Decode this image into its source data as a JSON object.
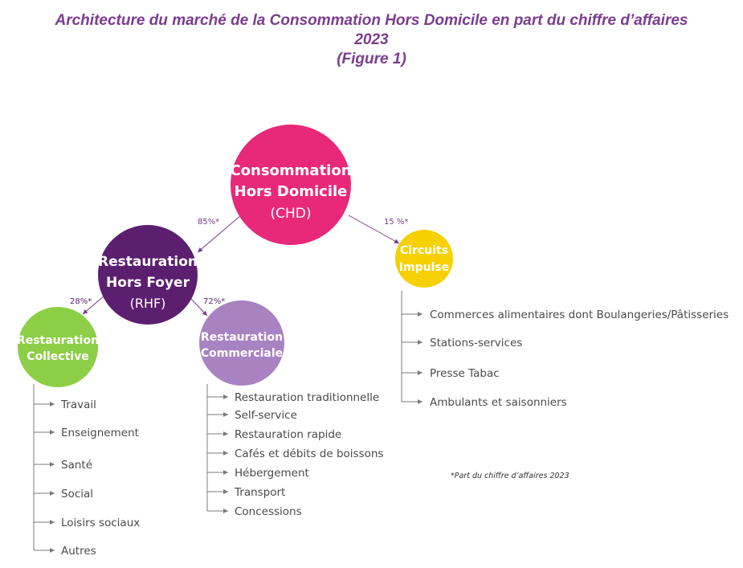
{
  "title": {
    "line1": "Architecture du marché de la Consommation Hors Domicile en part du chiffre d’affaires",
    "line2": "2023",
    "line3": "(Figure 1)"
  },
  "nodes": {
    "chd": {
      "line1": "Consommation",
      "line2": "Hors Domicile",
      "line3": "(CHD)",
      "color": "#e8297a"
    },
    "rhf": {
      "line1": "Restauration",
      "line2": "Hors Foyer",
      "line3": "(RHF)",
      "color": "#5c1f6f"
    },
    "circuits": {
      "line1": "Circuits",
      "line2": "Impulse",
      "color": "#f6d000"
    },
    "collective": {
      "line1": "Restauration",
      "line2": "Collective",
      "color": "#8ccf46"
    },
    "commerciale": {
      "line1": "Restauration",
      "line2": "Commerciale",
      "color": "#a982c2"
    }
  },
  "percentages": {
    "rhf": "85%*",
    "circuits": "15 %*",
    "collective": "28%*",
    "commerciale": "72%*"
  },
  "lists": {
    "collective": [
      "Travail",
      "Enseignement",
      "Santé",
      "Social",
      "Loisirs sociaux",
      "Autres"
    ],
    "commerciale": [
      "Restauration traditionnelle",
      "Self-service",
      "Restauration rapide",
      "Cafés et débits de boissons",
      "Hébergement",
      "Transport",
      "Concessions"
    ],
    "circuits": [
      "Commerces alimentaires dont Boulangeries/Pâtisseries",
      "Stations-services",
      "Presse Tabac",
      "Ambulants et saisonniers"
    ]
  },
  "footnote": "*Part du chiffre d’affaires 2023",
  "colors": {
    "title": "#7a3d8f",
    "percent": "#7a3d8f",
    "line": "#7b7b7b",
    "text": "#4a4a4a"
  }
}
